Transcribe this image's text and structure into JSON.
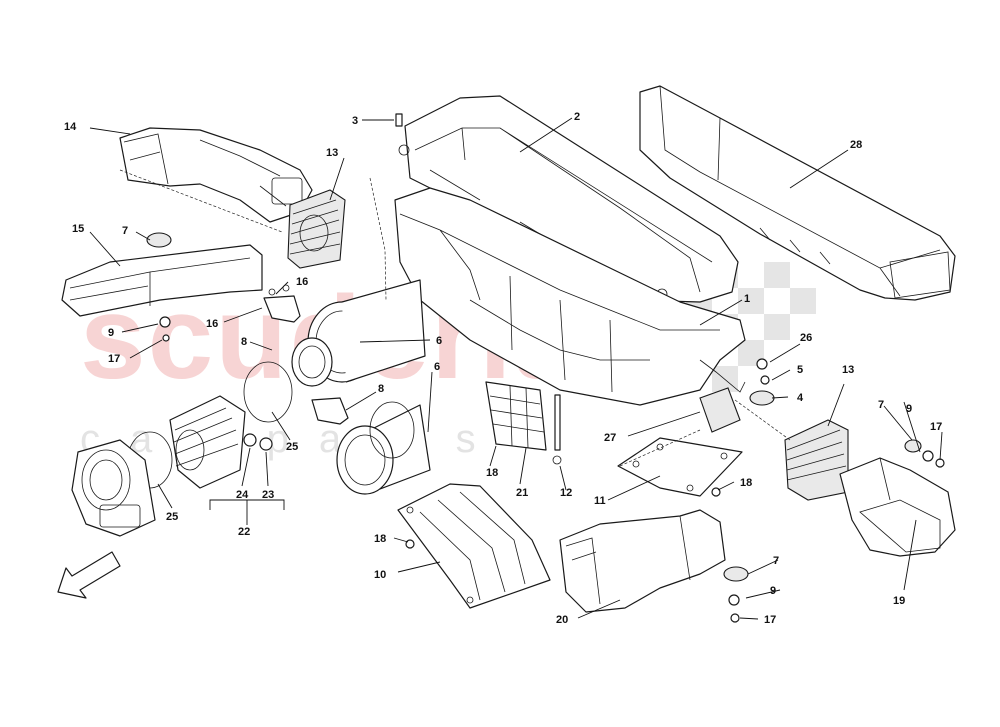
{
  "watermark": {
    "brand": "scuderia",
    "sub": "car parts"
  },
  "callouts": [
    {
      "id": "c1",
      "label": "1"
    },
    {
      "id": "c2",
      "label": "2"
    },
    {
      "id": "c3",
      "label": "3"
    },
    {
      "id": "c4",
      "label": "4"
    },
    {
      "id": "c5",
      "label": "5"
    },
    {
      "id": "c6a",
      "label": "6"
    },
    {
      "id": "c6b",
      "label": "6"
    },
    {
      "id": "c7a",
      "label": "7"
    },
    {
      "id": "c7b",
      "label": "7"
    },
    {
      "id": "c7c",
      "label": "7"
    },
    {
      "id": "c8a",
      "label": "8"
    },
    {
      "id": "c8b",
      "label": "8"
    },
    {
      "id": "c9a",
      "label": "9"
    },
    {
      "id": "c9b",
      "label": "9"
    },
    {
      "id": "c9c",
      "label": "9"
    },
    {
      "id": "c10",
      "label": "10"
    },
    {
      "id": "c11",
      "label": "11"
    },
    {
      "id": "c12",
      "label": "12"
    },
    {
      "id": "c13a",
      "label": "13"
    },
    {
      "id": "c13b",
      "label": "13"
    },
    {
      "id": "c14",
      "label": "14"
    },
    {
      "id": "c15",
      "label": "15"
    },
    {
      "id": "c16a",
      "label": "16"
    },
    {
      "id": "c16b",
      "label": "16"
    },
    {
      "id": "c17a",
      "label": "17"
    },
    {
      "id": "c17b",
      "label": "17"
    },
    {
      "id": "c17c",
      "label": "17"
    },
    {
      "id": "c18a",
      "label": "18"
    },
    {
      "id": "c18b",
      "label": "18"
    },
    {
      "id": "c18c",
      "label": "18"
    },
    {
      "id": "c19",
      "label": "19"
    },
    {
      "id": "c20",
      "label": "20"
    },
    {
      "id": "c21",
      "label": "21"
    },
    {
      "id": "c22",
      "label": "22"
    },
    {
      "id": "c23",
      "label": "23"
    },
    {
      "id": "c24",
      "label": "24"
    },
    {
      "id": "c25a",
      "label": "25"
    },
    {
      "id": "c25b",
      "label": "25"
    },
    {
      "id": "c26",
      "label": "26"
    },
    {
      "id": "c27",
      "label": "27"
    },
    {
      "id": "c28",
      "label": "28"
    }
  ]
}
